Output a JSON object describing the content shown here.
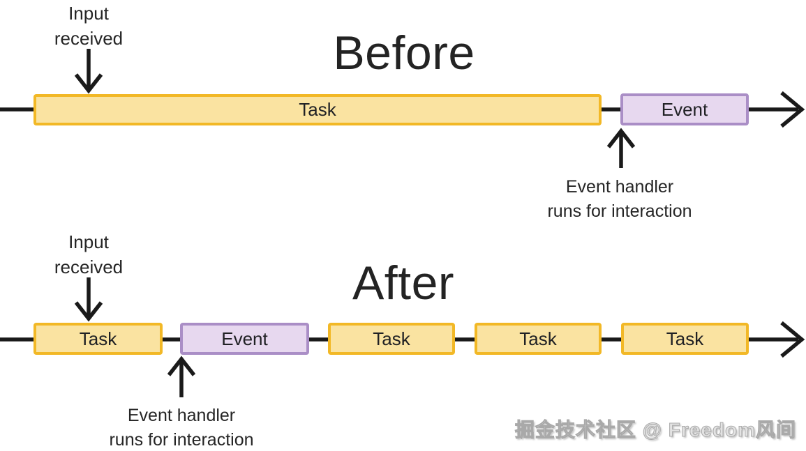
{
  "colors": {
    "task_fill": "#FAE3A1",
    "task_border": "#F2B826",
    "event_fill": "#E7D8EF",
    "event_border": "#AA8EC6",
    "text": "#202124",
    "line": "#1A1A1A"
  },
  "before": {
    "title": "Before",
    "input_label": "Input\nreceived",
    "handler_label": "Event handler\nruns for interaction",
    "bars": [
      {
        "label": "Task",
        "type": "task"
      },
      {
        "label": "Event",
        "type": "event"
      }
    ]
  },
  "after": {
    "title": "After",
    "input_label": "Input\nreceived",
    "handler_label": "Event handler\nruns for interaction",
    "bars": [
      {
        "label": "Task",
        "type": "task"
      },
      {
        "label": "Event",
        "type": "event"
      },
      {
        "label": "Task",
        "type": "task"
      },
      {
        "label": "Task",
        "type": "task"
      },
      {
        "label": "Task",
        "type": "task"
      }
    ]
  },
  "watermark": "掘金技术社区 @ Freedom风间"
}
